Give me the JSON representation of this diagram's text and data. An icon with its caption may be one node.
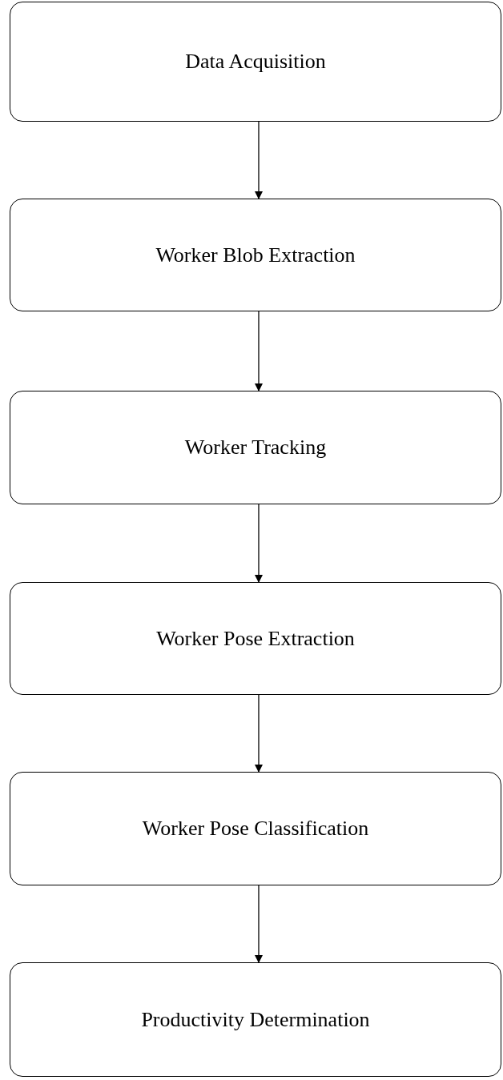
{
  "diagram": {
    "nodes": [
      {
        "text": [
          "Data Acquisition"
        ]
      },
      {
        "text": [
          "Worker Blob Extraction"
        ]
      },
      {
        "text": [
          "Worker Tracking"
        ]
      },
      {
        "text": [
          "Worker Pose Extraction"
        ]
      },
      {
        "text": [
          "Worker Pose Classification"
        ]
      },
      {
        "text": [
          "Productivity Determination"
        ]
      }
    ],
    "edges": [
      {
        "from": 0,
        "to": 1,
        "arrow": "to"
      },
      {
        "from": 1,
        "to": 2,
        "arrow": "to"
      },
      {
        "from": 2,
        "to": 3,
        "arrow": "to"
      },
      {
        "from": 3,
        "to": 4,
        "arrow": "to"
      },
      {
        "from": 4,
        "to": 5,
        "arrow": "to"
      }
    ]
  }
}
